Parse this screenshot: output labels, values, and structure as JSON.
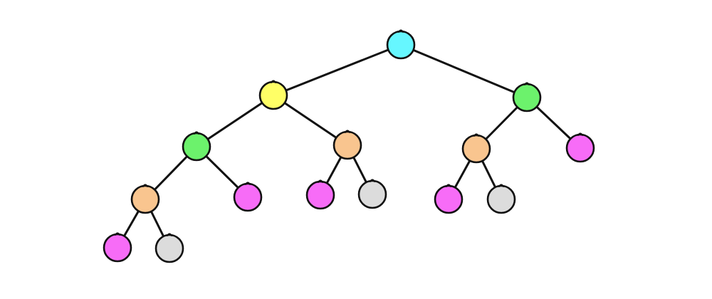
{
  "diagram": {
    "type": "tree",
    "colors": {
      "outline": "#111111",
      "background": "#ffffff",
      "cyan": "#66f7ff",
      "yellow": "#ffff66",
      "green": "#6cf26c",
      "orange": "#f9c58f",
      "magenta": "#f76cf7",
      "gray": "#dcdcdc"
    },
    "nodes": [
      {
        "id": "n0",
        "color": "cyan"
      },
      {
        "id": "n1",
        "color": "yellow"
      },
      {
        "id": "n2",
        "color": "green"
      },
      {
        "id": "n3",
        "color": "green"
      },
      {
        "id": "n4",
        "color": "orange"
      },
      {
        "id": "n5",
        "color": "orange"
      },
      {
        "id": "n6",
        "color": "magenta"
      },
      {
        "id": "n7",
        "color": "orange"
      },
      {
        "id": "n8",
        "color": "magenta"
      },
      {
        "id": "n9",
        "color": "magenta"
      },
      {
        "id": "n10",
        "color": "gray"
      },
      {
        "id": "n11",
        "color": "magenta"
      },
      {
        "id": "n12",
        "color": "gray"
      },
      {
        "id": "n13",
        "color": "magenta"
      },
      {
        "id": "n14",
        "color": "gray"
      }
    ],
    "edges": [
      [
        "n0",
        "n1"
      ],
      [
        "n0",
        "n2"
      ],
      [
        "n1",
        "n3"
      ],
      [
        "n1",
        "n4"
      ],
      [
        "n2",
        "n5"
      ],
      [
        "n2",
        "n6"
      ],
      [
        "n3",
        "n7"
      ],
      [
        "n3",
        "n8"
      ],
      [
        "n4",
        "n9"
      ],
      [
        "n4",
        "n10"
      ],
      [
        "n5",
        "n11"
      ],
      [
        "n5",
        "n12"
      ],
      [
        "n7",
        "n13"
      ],
      [
        "n7",
        "n14"
      ]
    ]
  }
}
